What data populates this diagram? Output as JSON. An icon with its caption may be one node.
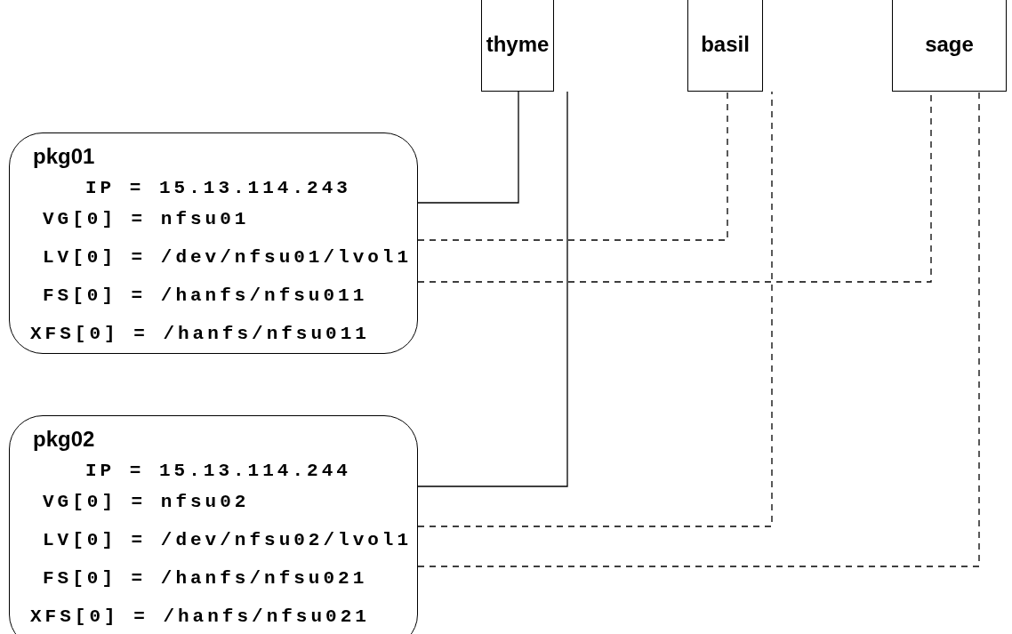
{
  "diagram": {
    "nodes": [
      {
        "text": [
          "thyme"
        ]
      },
      {
        "text": [
          "basil"
        ]
      },
      {
        "text": [
          "sage"
        ]
      },
      {
        "text": [
          "pkg01",
          "IP = 15.13.114.243",
          "VG[0] = nfsu01",
          "LV[0] = /dev/nfsu01/lvol1",
          "FS[0] = /hanfs/nfsu011",
          "XFS[0] = /hanfs/nfsu011"
        ]
      },
      {
        "text": [
          "pkg02",
          "IP = 15.13.114.244",
          "VG[0] = nfsu02",
          "LV[0] = /dev/nfsu02/lvol1",
          "FS[0] = /hanfs/nfsu021",
          "XFS[0] = /hanfs/nfsu021"
        ]
      }
    ],
    "edges": [
      {
        "from": 3,
        "to": 0,
        "arrow": "none"
      },
      {
        "from": 4,
        "to": 0,
        "arrow": "none"
      },
      {
        "from": 3,
        "to": 1,
        "arrow": "none",
        "style": "dashed"
      },
      {
        "from": 4,
        "to": 1,
        "arrow": "none",
        "style": "dashed"
      },
      {
        "from": 3,
        "to": 2,
        "arrow": "none",
        "style": "dashed"
      },
      {
        "from": 4,
        "to": 2,
        "arrow": "none",
        "style": "dashed"
      }
    ]
  }
}
